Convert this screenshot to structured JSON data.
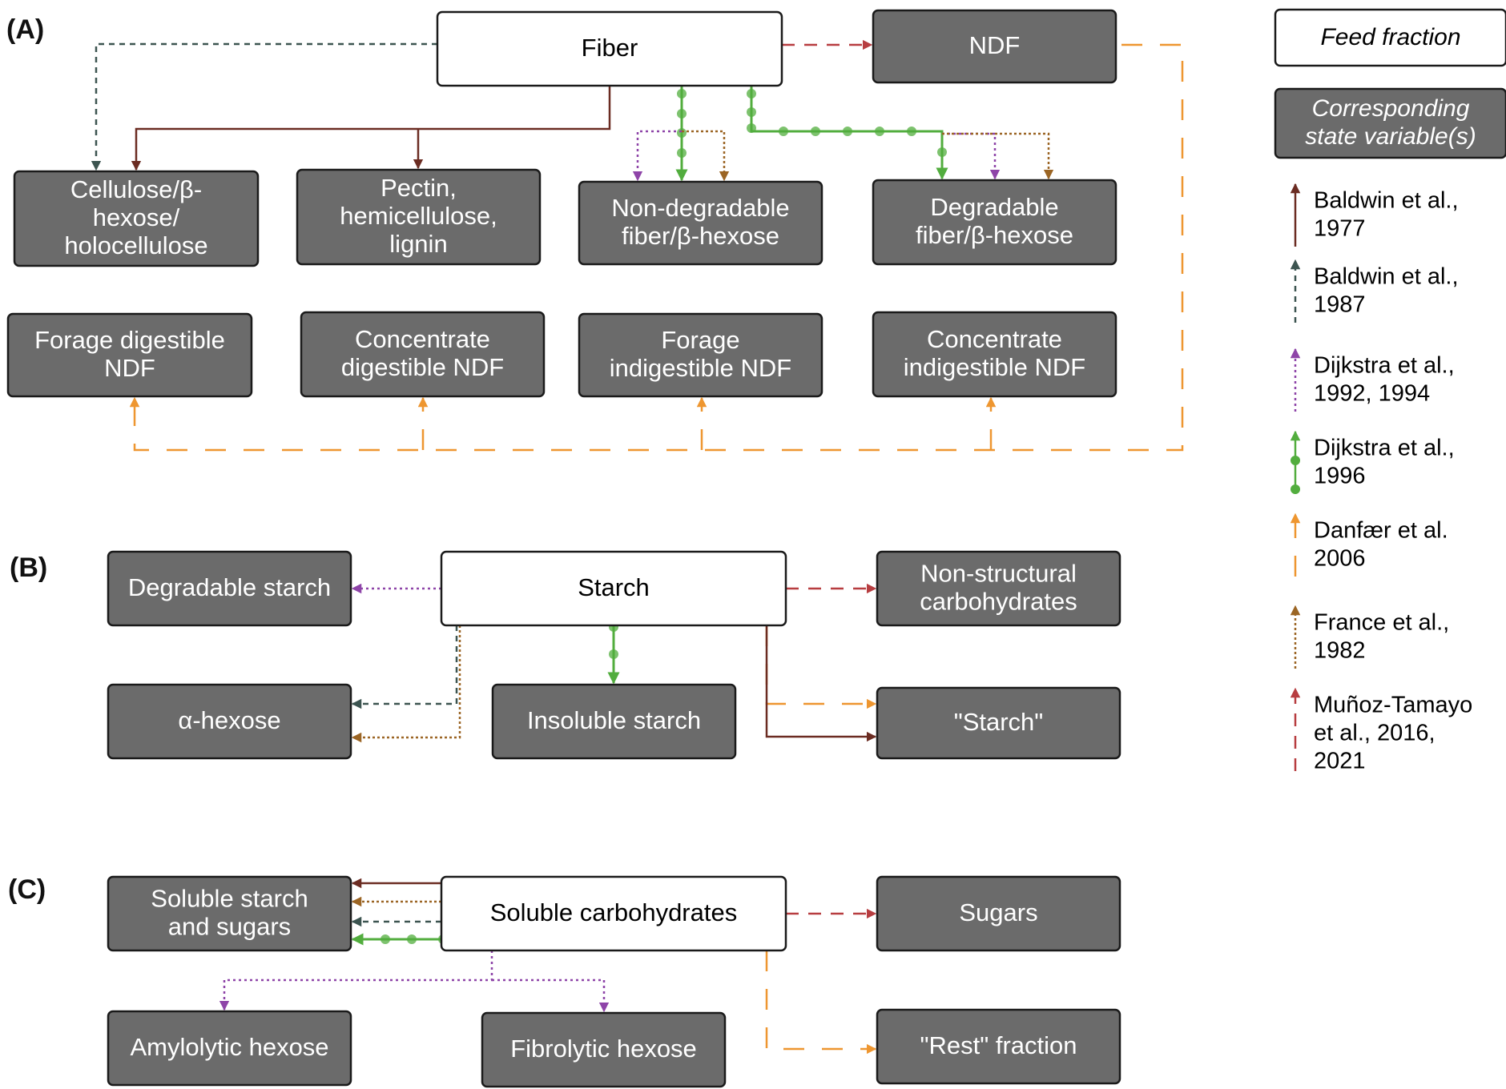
{
  "panels": {
    "a": "(A)",
    "b": "(B)",
    "c": "(C)"
  },
  "boxes": {
    "fiber": [
      "Fiber"
    ],
    "ndf": [
      "NDF"
    ],
    "cellulose": [
      "Cellulose/β-",
      "hexose/",
      "holocellulose"
    ],
    "pectin": [
      "Pectin,",
      "hemicellulose,",
      "lignin"
    ],
    "nondeg_fiber": [
      "Non-degradable",
      "fiber/β-hexose"
    ],
    "deg_fiber": [
      "Degradable",
      "fiber/β-hexose"
    ],
    "forage_dig": [
      "Forage digestible",
      "NDF"
    ],
    "conc_dig": [
      "Concentrate",
      "digestible NDF"
    ],
    "forage_indig": [
      "Forage",
      "indigestible NDF"
    ],
    "conc_indig": [
      "Concentrate",
      "indigestible NDF"
    ],
    "deg_starch": [
      "Degradable starch"
    ],
    "starch": [
      "Starch"
    ],
    "nsc": [
      "Non-structural",
      "carbohydrates"
    ],
    "alpha_hexose": [
      "α-hexose"
    ],
    "insol_starch": [
      "Insoluble starch"
    ],
    "starch_q": [
      "\"Starch\""
    ],
    "sol_starch_sugars": [
      "Soluble starch",
      "and sugars"
    ],
    "sol_carb": [
      "Soluble carbohydrates"
    ],
    "sugars": [
      "Sugars"
    ],
    "amylolytic": [
      "Amylolytic hexose"
    ],
    "fibrolytic": [
      "Fibrolytic hexose"
    ],
    "rest": [
      "\"Rest\" fraction"
    ]
  },
  "legend": {
    "feed_fraction": [
      "Feed fraction"
    ],
    "state_variables": [
      "Corresponding",
      "state variable(s)"
    ],
    "entries": [
      {
        "key": "baldwin77",
        "lines": [
          "Baldwin et al.,",
          "1977"
        ],
        "color": "#6b2c22",
        "style": "solid"
      },
      {
        "key": "baldwin87",
        "lines": [
          "Baldwin et al.,",
          "1987"
        ],
        "color": "#3c5450",
        "style": "dashed-short"
      },
      {
        "key": "dijkstra92",
        "lines": [
          "Dijkstra et al.,",
          "1992, 1994"
        ],
        "color": "#8e44a8",
        "style": "dotted"
      },
      {
        "key": "dijkstra96",
        "lines": [
          "Dijkstra et al.,",
          "1996"
        ],
        "color": "#52ad3e",
        "style": "dots-solid"
      },
      {
        "key": "danfaer",
        "lines": [
          "Danfær et al.",
          "2006"
        ],
        "color": "#ee9630",
        "style": "dashed-long"
      },
      {
        "key": "france",
        "lines": [
          "France et al.,",
          "1982"
        ],
        "color": "#9b6524",
        "style": "dotted-fine"
      },
      {
        "key": "munoz",
        "lines": [
          "Muñoz-Tamayo",
          "et al., 2016,",
          "2021"
        ],
        "color": "#b73d40",
        "style": "dashed-mid"
      }
    ]
  },
  "colors": {
    "dark_box_fill": "#6b6b6b",
    "box_border": "#1a1a1a",
    "light_box_fill": "#ffffff"
  }
}
